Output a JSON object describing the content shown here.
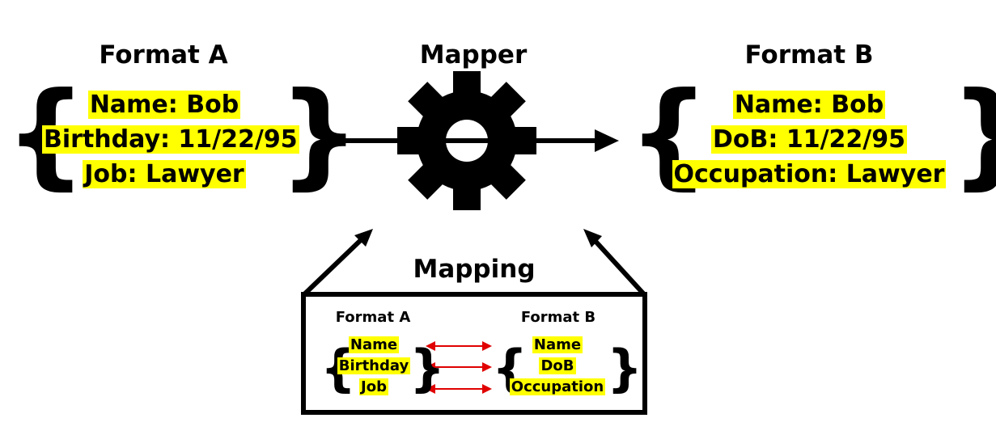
{
  "format_a": {
    "title": "Format A",
    "fields": [
      "Name: Bob",
      "Birthday: 11/22/95",
      "Job: Lawyer"
    ]
  },
  "mapper": {
    "title": "Mapper",
    "icon": "gear-icon"
  },
  "format_b": {
    "title": "Format B",
    "fields": [
      "Name: Bob",
      "DoB: 11/22/95",
      "Occupation: Lawyer"
    ]
  },
  "mapping": {
    "title": "Mapping",
    "left_title": "Format A",
    "left_fields": [
      "Name",
      "Birthday",
      "Job"
    ],
    "right_title": "Format B",
    "right_fields": [
      "Name",
      "DoB",
      "Occupation"
    ]
  },
  "colors": {
    "highlight": "#ffff00",
    "mapping_arrow": "#e00000",
    "ink": "#000000"
  }
}
